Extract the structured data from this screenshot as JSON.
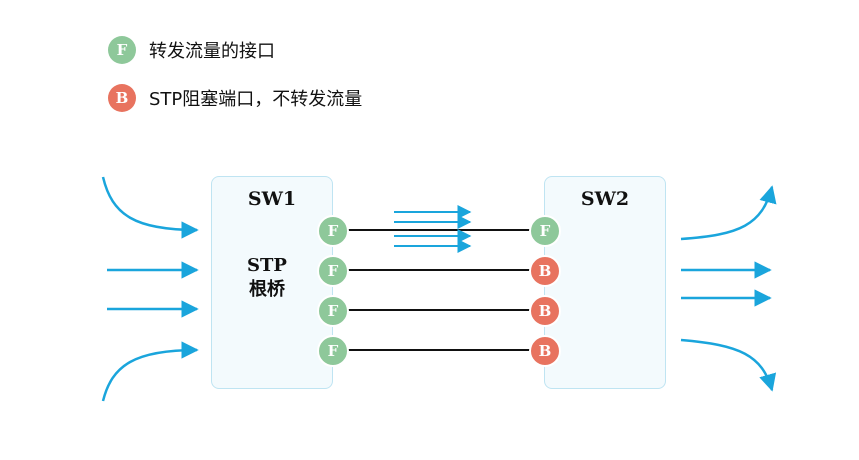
{
  "legend": [
    {
      "symbol": "F",
      "text": "转发流量的接口",
      "color": "#8ec89a"
    },
    {
      "symbol": "B",
      "text": "STP阻塞端口，不转发流量",
      "color": "#e8735f"
    }
  ],
  "switches": [
    {
      "name": "SW1",
      "role_line1": "STP",
      "role_line2": "根桥"
    },
    {
      "name": "SW2"
    }
  ],
  "sw1_ports": [
    "F",
    "F",
    "F",
    "F"
  ],
  "sw2_ports": [
    "F",
    "B",
    "B",
    "B"
  ],
  "colors": {
    "forward": "#8ec89a",
    "blocked": "#e8735f",
    "traffic_arrow": "#1aa5dc",
    "link": "#111111",
    "switch_bg": "#f3fafd",
    "switch_border": "#bfe4f2"
  }
}
